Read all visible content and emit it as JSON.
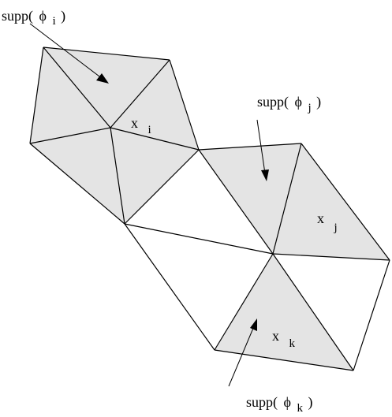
{
  "diagram": {
    "labels": {
      "supp_i": {
        "text": "supp(",
        "phi": "ϕ",
        "sub": "i",
        "close": ")"
      },
      "supp_j": {
        "text": "supp(",
        "phi": "ϕ",
        "sub": "j",
        "close": ")"
      },
      "supp_k": {
        "text": "supp(",
        "phi": "ϕ",
        "sub": "k",
        "close": ")"
      },
      "node_i": {
        "text": "x",
        "sub": "i"
      },
      "node_j": {
        "text": "x",
        "sub": "j"
      },
      "node_k": {
        "text": "x",
        "sub": "k"
      }
    },
    "colors": {
      "support_fill": "#e4e4e4",
      "edge": "#000000",
      "background": "#ffffff"
    }
  }
}
